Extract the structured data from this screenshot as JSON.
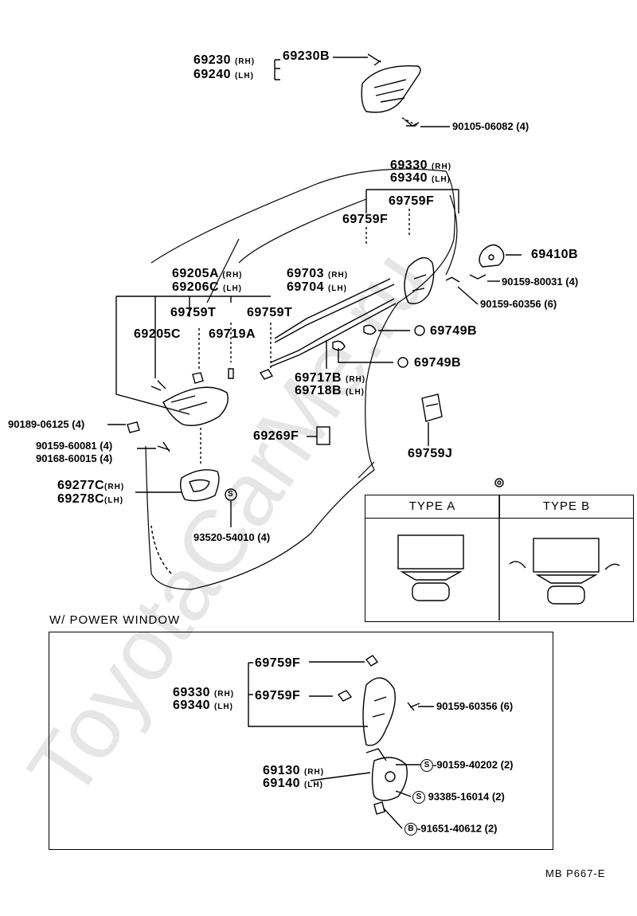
{
  "labels": {
    "p69230": "69230",
    "p69240": "69240",
    "p69230b": "69230B",
    "p90105": "90105-06082",
    "q4a": "(4)",
    "p69330": "69330",
    "p69340": "69340",
    "p69759f_a": "69759F",
    "p69759f_b": "69759F",
    "p69410b": "69410B",
    "p90159_80031": "90159-80031",
    "q4b": "(4)",
    "p90159_60356": "90159-60356",
    "q6a": "(6)",
    "p69205a": "69205A",
    "p69206c": "69206C",
    "p69703": "69703",
    "p69704": "69704",
    "p69759t_a": "69759T",
    "p69759t_b": "69759T",
    "p69205c": "69205C",
    "p69719a": "69719A",
    "p69749b_a": "69749B",
    "p69749b_b": "69749B",
    "p69717b": "69717B",
    "p69718b": "69718B",
    "p90189": "90189-06125",
    "q4c": "(4)",
    "p69269f": "69269F",
    "p69759j": "69759J",
    "p90159_60081": "90159-60081",
    "q4d": "(4)",
    "p90168": "90168-60015",
    "q4e": "(4)",
    "p69277c": "69277C",
    "p69278c": "69278C",
    "p93520": "93520-54010",
    "q4f": "(4)",
    "s_symbol": "S",
    "rh": "(RH)",
    "lh": "(LH)"
  },
  "type_box": {
    "type_a": "TYPE A",
    "type_b": "TYPE B"
  },
  "power_window": {
    "title": "W/ POWER WINDOW",
    "p69759f_a": "69759F",
    "p69759f_b": "69759F",
    "p69330": "69330",
    "p69340": "69340",
    "p90159_60356": "90159-60356",
    "q6": "(6)",
    "p69130": "69130",
    "p69140": "69140",
    "p90159_40202": "90159-40202",
    "q2a": "(2)",
    "p93385": "93385-16014",
    "q2b": "(2)",
    "p91651": "91651-40612",
    "q2c": "(2)",
    "s_symbol": "S",
    "b_symbol": "B"
  },
  "footer": {
    "code": "MB  P667-E"
  },
  "watermark": "ToyotaCarMe.ru"
}
